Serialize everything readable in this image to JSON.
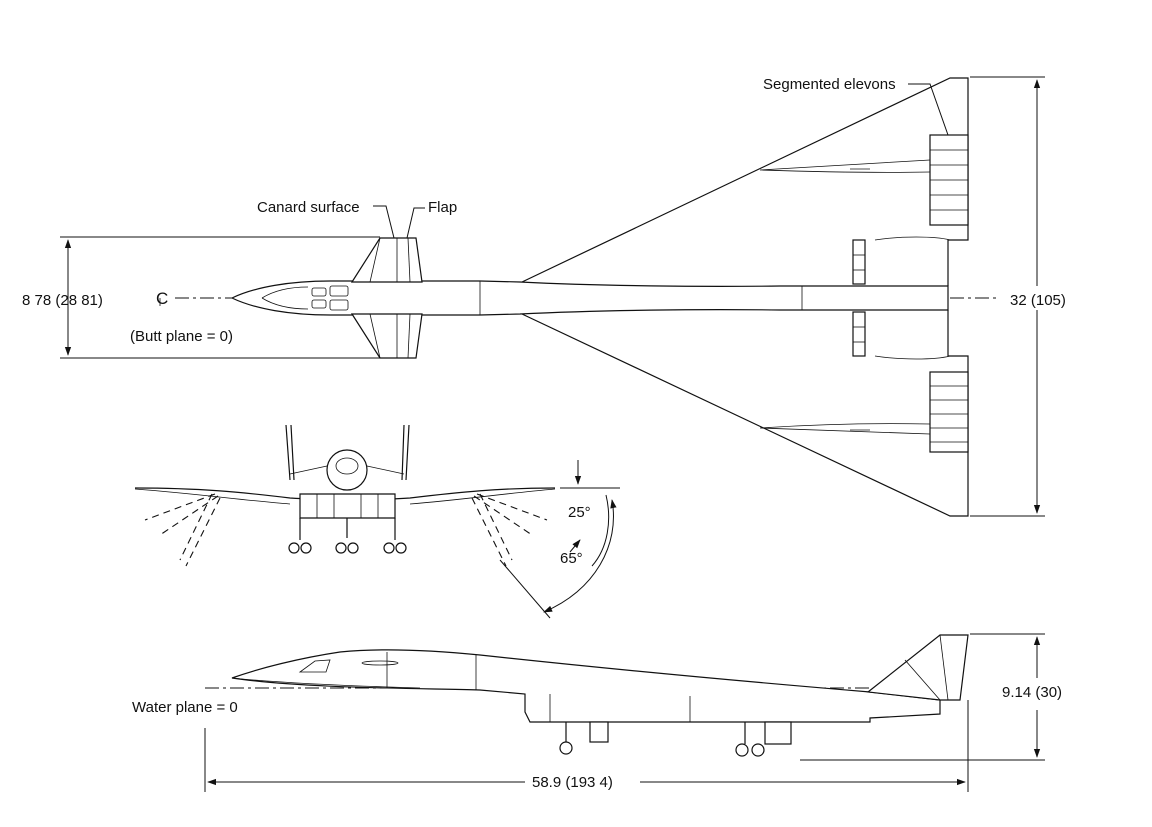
{
  "plan_view": {
    "segmented_elevons_label": "Segmented elevons",
    "canard_surface_label": "Canard surface",
    "flap_label": "Flap",
    "centerline_symbol": "C",
    "butt_plane_label": "(Butt plane = 0)",
    "canard_span_dimension": "8 78 (28 81)",
    "wing_span_dimension": "32 (105)"
  },
  "front_view": {
    "droop_angle_inner": "25°",
    "droop_angle_outer": "65°"
  },
  "side_view": {
    "water_plane_label": "Water plane = 0",
    "height_dimension": "9.14 (30)",
    "length_dimension": "58.9 (193 4)"
  }
}
